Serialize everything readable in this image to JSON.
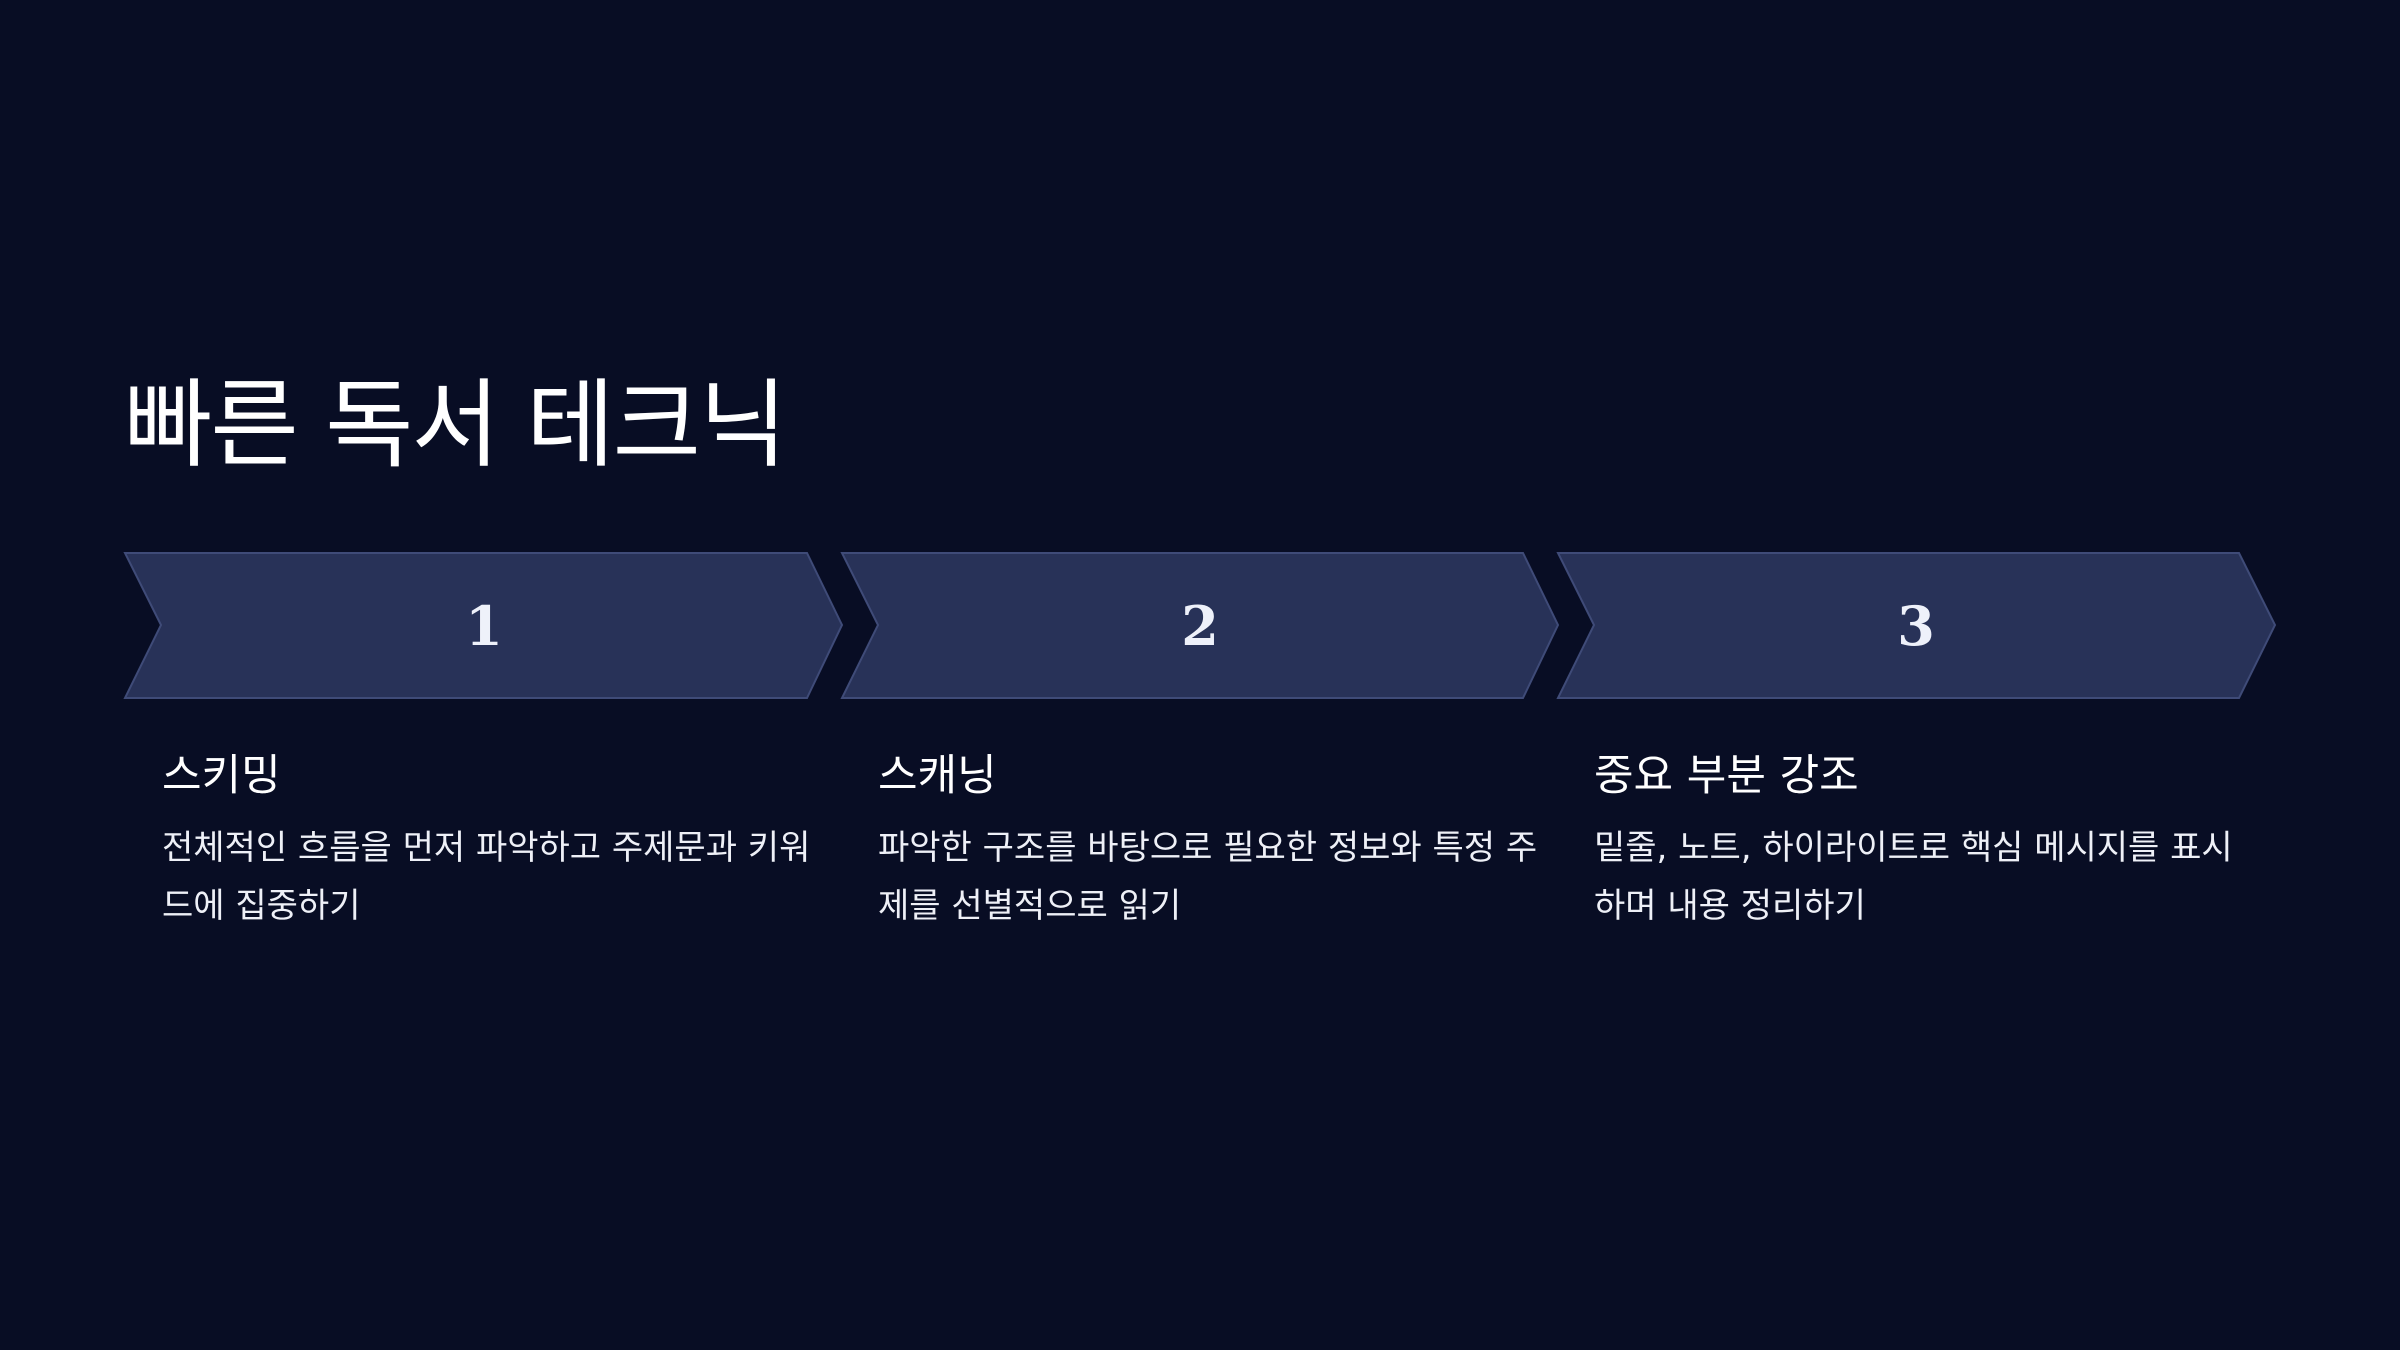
{
  "slide": {
    "title": "빠른 독서 테크닉",
    "colors": {
      "background": "#080d24",
      "chevron_fill": "#283258",
      "chevron_stroke": "#3f4b78",
      "text": "#ffffff"
    },
    "steps": [
      {
        "number": "1",
        "title": "스키밍",
        "description": "전체적인 흐름을 먼저 파악하고 주제문과 키워드에 집중하기"
      },
      {
        "number": "2",
        "title": "스캐닝",
        "description": "파악한 구조를 바탕으로 필요한 정보와 특정 주제를 선별적으로 읽기"
      },
      {
        "number": "3",
        "title": "중요 부분 강조",
        "description": "밑줄, 노트, 하이라이트로 핵심 메시지를 표시하며 내용 정리하기"
      }
    ]
  }
}
